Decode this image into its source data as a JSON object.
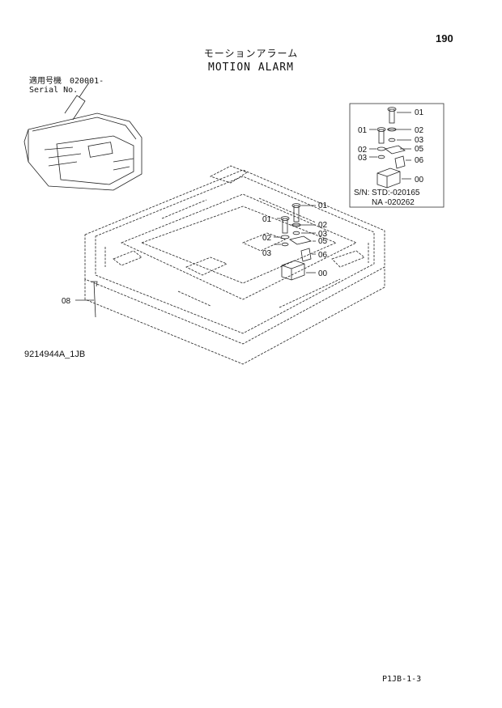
{
  "page": {
    "page_number": "190",
    "title_jp": "モーションアラーム",
    "title_en": "MOTION ALARM",
    "serial_label_jp": "適用号機",
    "serial_label_en": "Serial No.",
    "serial_value": "020001-",
    "drawing_number": "9214944A_1JB",
    "footer_code": "P1JB-1-3"
  },
  "inset": {
    "labels": [
      "01",
      "01",
      "02",
      "02",
      "03",
      "03",
      "05",
      "06",
      "00"
    ],
    "sn_label": "S/N:",
    "sn_std": "STD:-020165",
    "sn_na": "NA  -020262"
  },
  "main_labels": [
    "01",
    "01",
    "02",
    "02",
    "03",
    "03",
    "05",
    "06",
    "00",
    "08"
  ]
}
